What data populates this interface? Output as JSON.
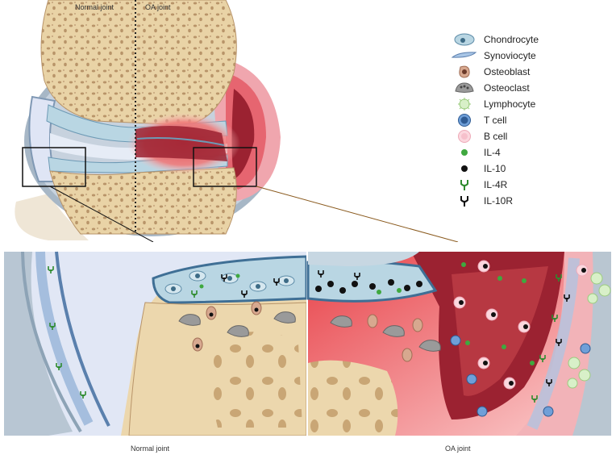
{
  "labels": {
    "top_normal": "Normal joint",
    "top_oa": "OA joint",
    "bottom_normal": "Normal joint",
    "bottom_oa": "OA joint"
  },
  "legend": [
    {
      "icon": "chondrocyte-icon",
      "label": "Chondrocyte"
    },
    {
      "icon": "synoviocyte-icon",
      "label": "Synoviocyte"
    },
    {
      "icon": "osteoblast-icon",
      "label": "Osteoblast"
    },
    {
      "icon": "osteoclast-icon",
      "label": "Osteoclast"
    },
    {
      "icon": "lymphocyte-icon",
      "label": "Lymphocyte"
    },
    {
      "icon": "t-cell-icon",
      "label": "T cell"
    },
    {
      "icon": "b-cell-icon",
      "label": "B cell"
    },
    {
      "icon": "il4-icon",
      "label": "IL-4"
    },
    {
      "icon": "il10-icon",
      "label": "IL-10"
    },
    {
      "icon": "il4r-icon",
      "label": "IL-4R"
    },
    {
      "icon": "il10r-icon",
      "label": "IL-10R"
    }
  ],
  "colors": {
    "bone": "#e9d3a6",
    "bone_pore": "#b89469",
    "cartilage": "#b9d6e3",
    "synovium_fluid": "#dfe5f5",
    "capsule": "#9db2c3",
    "inflammation": "#e8434a",
    "dark_red": "#9b2231",
    "pink": "#f2b3b8",
    "il4": "#3fa83f",
    "il10": "#111111",
    "t_cell": "#3a6fb0",
    "b_cell": "#f6c4cf"
  }
}
